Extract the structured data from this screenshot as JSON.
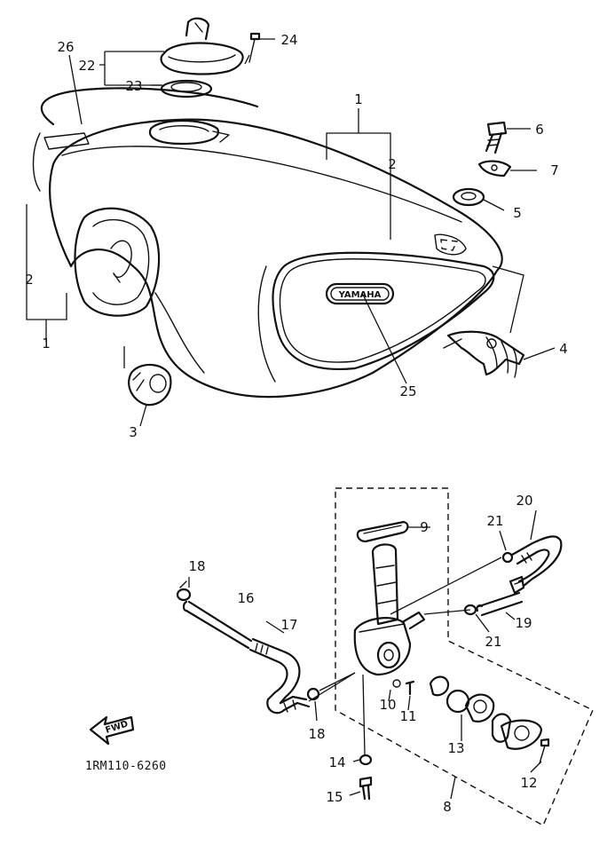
{
  "diagram": {
    "part_numbers": [
      "1",
      "2",
      "3",
      "4",
      "5",
      "6",
      "7",
      "8",
      "9",
      "10",
      "11",
      "12",
      "13",
      "14",
      "15",
      "16",
      "17",
      "18",
      "19",
      "20",
      "21",
      "22",
      "23",
      "24",
      "25",
      "26"
    ],
    "labels": {
      "n1_top": "1",
      "n2_top": "2",
      "n1_left": "1",
      "n2_left": "2",
      "n3": "3",
      "n4": "4",
      "n5": "5",
      "n6": "6",
      "n7": "7",
      "n8": "8",
      "n9": "9",
      "n10": "10",
      "n11": "11",
      "n12": "12",
      "n13": "13",
      "n14": "14",
      "n15": "15",
      "n16": "16",
      "n17": "17",
      "n18a": "18",
      "n18b": "18",
      "n19": "19",
      "n20": "20",
      "n21a": "21",
      "n21b": "21",
      "n22": "22",
      "n23": "23",
      "n24": "24",
      "n25": "25",
      "n26": "26"
    },
    "emblem_text": "YAMAHA",
    "fwd_text": "FWD",
    "drawing_code": "1RM110-6260"
  }
}
